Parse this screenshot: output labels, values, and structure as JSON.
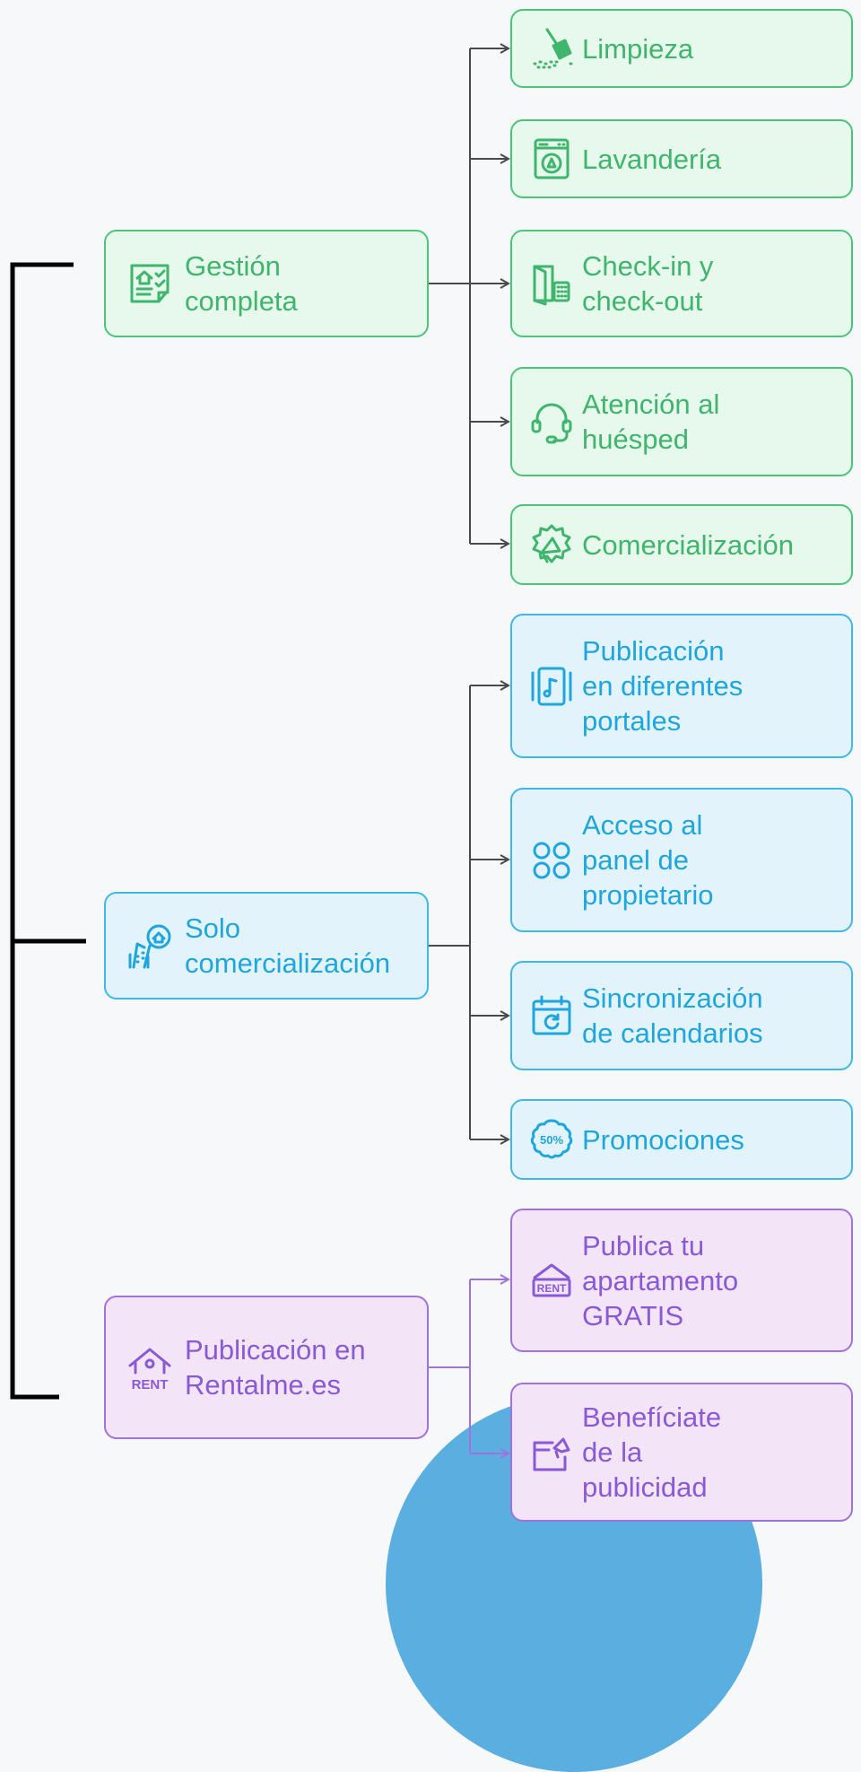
{
  "colors": {
    "green_text": "#3fb56d",
    "green_border": "#4cc57a",
    "green_fill": "#e7f8ec",
    "blue_text": "#1fa6dc",
    "blue_border": "#3fb7e8",
    "blue_fill": "#e3f3fc",
    "purple_text": "#8a5ad6",
    "purple_border": "#a072e0",
    "purple_fill": "#f3e4f7",
    "connector": "#4a4a4a",
    "bracket": "#000000",
    "blob": "#5aaee0"
  },
  "groups": [
    {
      "label": "Gestión\ncompleta",
      "icon": "house-checklist-icon",
      "children": [
        {
          "label": "Limpieza",
          "icon": "broom-icon"
        },
        {
          "label": "Lavandería",
          "icon": "washing-machine-icon"
        },
        {
          "label": "Check-in y\ncheck-out",
          "icon": "door-keypad-icon"
        },
        {
          "label": "Atención al\nhuésped",
          "icon": "headset-icon"
        },
        {
          "label": "Comercialización",
          "icon": "megaphone-icon"
        }
      ]
    },
    {
      "label": "Solo\ncomercialización",
      "icon": "building-location-icon",
      "children": [
        {
          "label": "Publicación\nen diferentes\nportales",
          "icon": "tablet-music-icon"
        },
        {
          "label": "Acceso al\npanel de\npropietario",
          "icon": "four-circles-icon"
        },
        {
          "label": "Sincronización\nde calendarios",
          "icon": "calendar-sync-icon"
        },
        {
          "label": "Promociones",
          "icon": "discount-badge-icon"
        }
      ]
    },
    {
      "label": "Publicación en\nRentalme.es",
      "icon": "rent-house-icon",
      "children": [
        {
          "label": "Publica tu\napartamento\nGRATIS",
          "icon": "rent-sign-icon"
        },
        {
          "label": "Benefíciate\nde la\npublicidad",
          "icon": "billboard-icon"
        }
      ]
    }
  ]
}
